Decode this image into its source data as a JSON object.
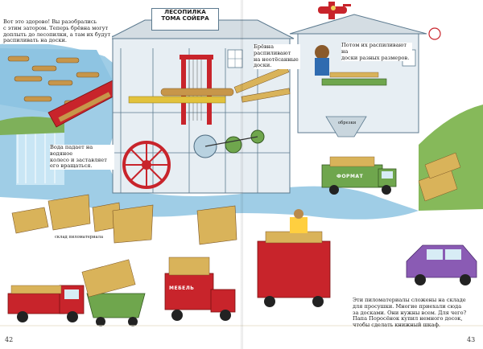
{
  "sign": {
    "line1": "ЛЕСОПИЛКА",
    "line2": "ТОМА СОЙЕРА"
  },
  "texts": {
    "top_left": [
      "Вот это здорово! Вы разобрались",
      "с этим затором. Теперь брёвна могут",
      "доплыть до лесопилки, а там их будут",
      "распиливать на доски."
    ],
    "water": [
      "Вода падает на водяное",
      "колесо и заставляет",
      "его вращаться."
    ],
    "logs_saw": [
      "Брёвна",
      "распиливают",
      "на неотёсанные",
      "доски."
    ],
    "planing": [
      "Потом их распиливают на",
      "доски разных размеров."
    ],
    "scraps_label": "обрезки",
    "storage_label": "склад пиломатериала",
    "bottom_right": [
      "Эти пиломатериалы сложены на складе",
      "для просушки. Многие приехали сюда",
      "за досками. Они нужны всем. Для чего?",
      "Папа Поросёнок купил немного досок,",
      "чтобы сделать книжный шкаф."
    ]
  },
  "trucks": {
    "furniture": "МЕБЕЛЬ",
    "format": "ФОРМАТ"
  },
  "pages": {
    "left": "42",
    "right": "43"
  },
  "colors": {
    "mill_red": "#c8242b",
    "water_blue": "#8fc3df",
    "wood": "#d9b35a",
    "building": "#e7eef3",
    "truck_green": "#6fa64d",
    "car_purple": "#8a5bb4"
  }
}
